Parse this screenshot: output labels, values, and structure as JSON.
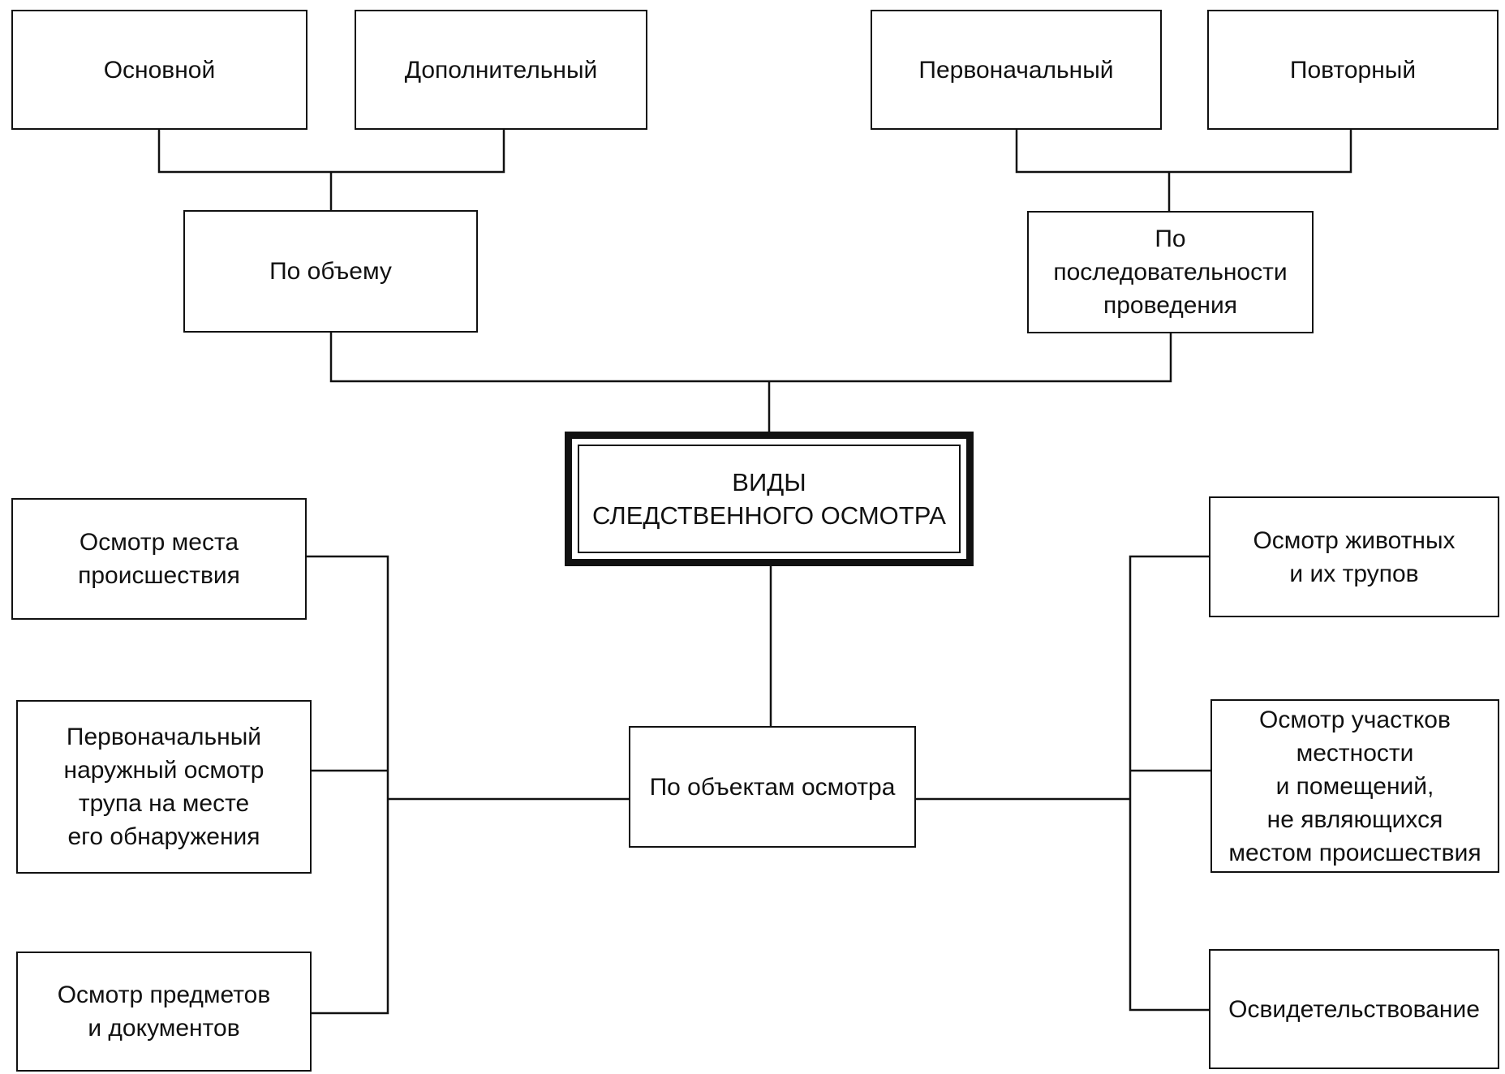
{
  "diagram": {
    "root": {
      "text": "ВИДЫ\nСЛЕДСТВЕННОГО ОСМОТРА"
    },
    "volume": {
      "label": "По объему",
      "children": [
        "Основной",
        "Дополнительный"
      ]
    },
    "sequence": {
      "label": "По\nпоследовательности\nпроведения",
      "children": [
        "Первоначальный",
        "Повторный"
      ]
    },
    "objects": {
      "label": "По объектам осмотра",
      "left": [
        "Осмотр места\nпроисшествия",
        "Первоначальный\nнаружный осмотр\nтрупа на месте\nего обнаружения",
        "Осмотр предметов\nи документов"
      ],
      "right": [
        "Осмотр животных\nи их трупов",
        "Осмотр участков\nместности\nи помещений,\nне являющихся\nместом происшествия",
        "Освидетельствование"
      ]
    }
  }
}
